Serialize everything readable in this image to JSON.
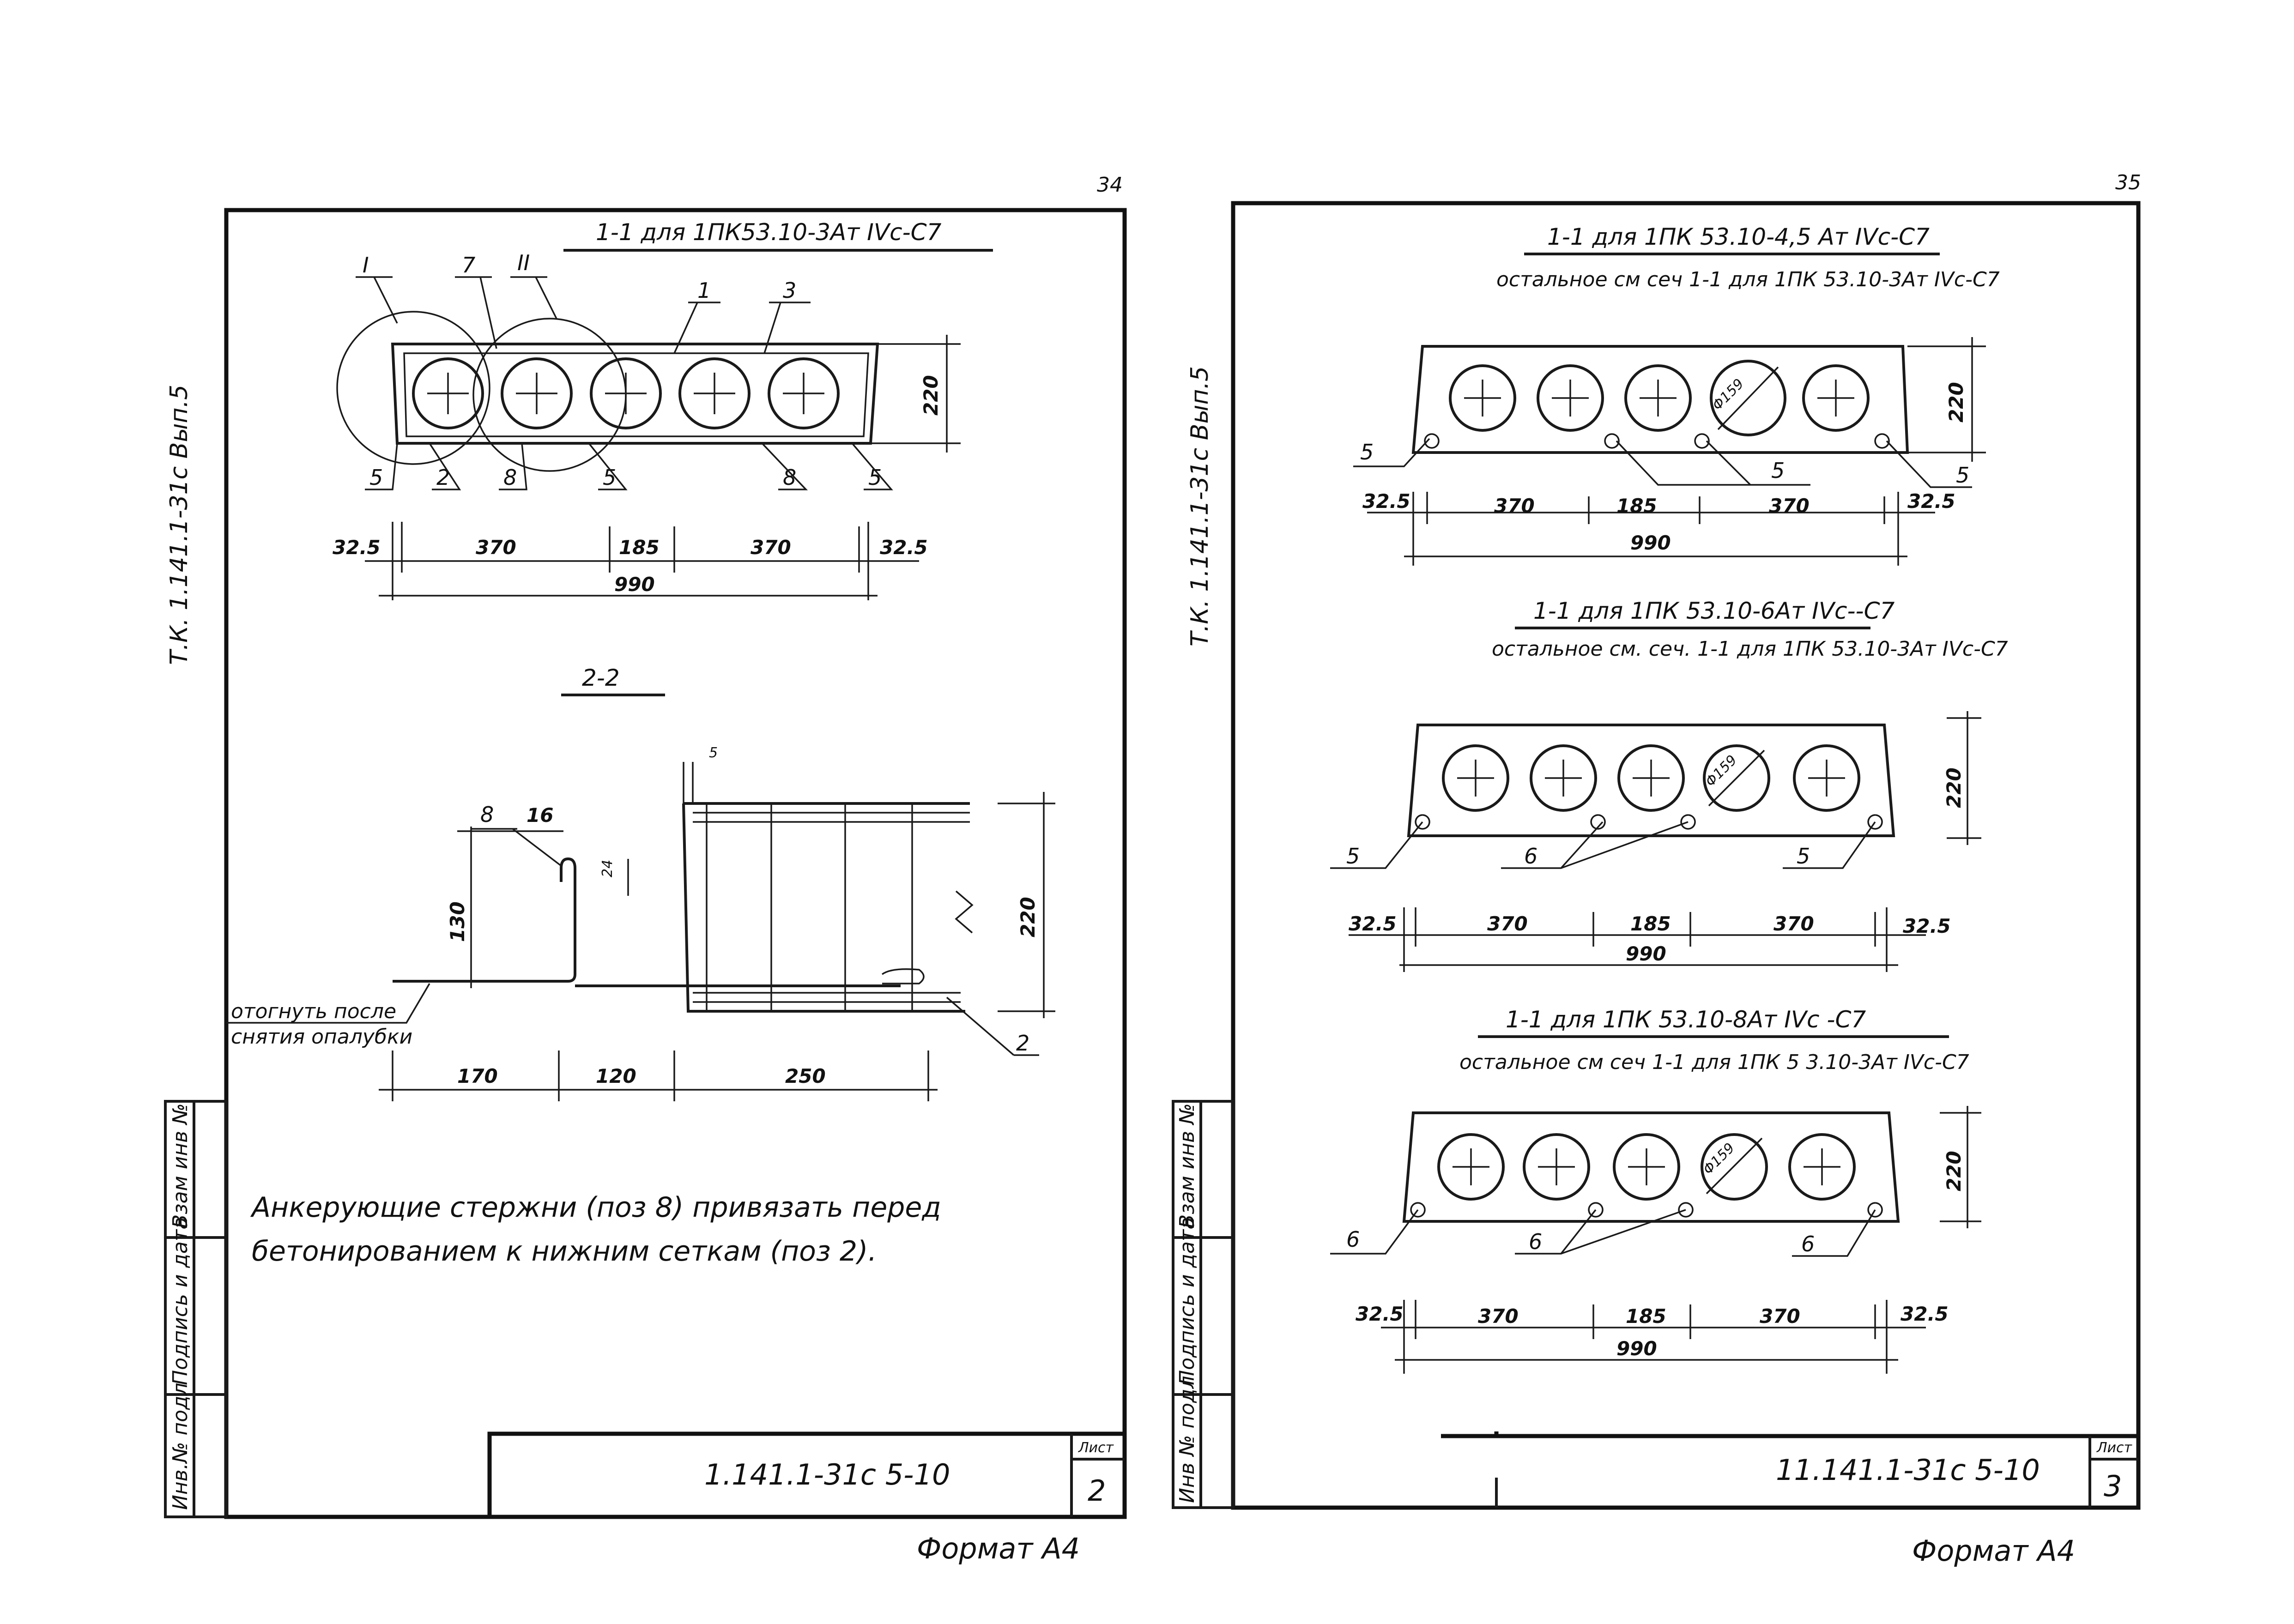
{
  "sheet_left": {
    "page_no": "34",
    "side_code": "Т.К. 1.141.1-31с  Вып.5",
    "section_1_title": "1-1  для  1ПК53.10-3Ат IVс-С7",
    "callouts": [
      "I",
      "7",
      "II",
      "1",
      "3"
    ],
    "pos_labels": [
      "5",
      "2",
      "8",
      "5",
      "8",
      "5"
    ],
    "dims_top": [
      "32.5",
      "370",
      "185",
      "370",
      "32.5"
    ],
    "total": "990",
    "height": "220",
    "section_2_title": "2-2",
    "sec2_labels": {
      "p8": "8",
      "d16": "16",
      "d24": "24",
      "d5": "5",
      "d130": "130",
      "d220": "220",
      "p2": "2"
    },
    "bend_note_1": "отогнуть после",
    "bend_note_2": "снятия опалубки",
    "sec2_dims": [
      "170",
      "120",
      "250"
    ],
    "note_line_1": "Анкерующие   стержни  (поз 8)  привязать  перед",
    "note_line_2": "бетонированием  к  нижним  сеткам  (поз 2).",
    "stamp_code": "1.141.1-31с 5-10",
    "sheet_label": "Лист",
    "sheet_no": "2",
    "format": "Формат А4",
    "strip_labels": [
      "Взам инв №",
      "Подпись и дата",
      "Инв.№ подл"
    ]
  },
  "sheet_right": {
    "page_no": "35",
    "side_code": "Т.К. 1.141.1-31с  Вып.5",
    "sections": [
      {
        "title": "1-1  для 1ПК 53.10-4,5 Ат IVс-С7",
        "subtitle": "остальное  см сеч  1-1 для  1ПК 53.10-3Ат IVс-С7",
        "diameter": "Φ159",
        "height": "220",
        "dims": [
          "32.5",
          "370",
          "185",
          "370",
          "32.5"
        ],
        "total": "990",
        "labels": [
          "5",
          "5",
          "5"
        ]
      },
      {
        "title": "1-1  для 1ПК 53.10-6Ат IVс--С7",
        "subtitle": "остальное  см. сеч. 1-1 для 1ПК 53.10-3Ат IVс-С7",
        "diameter": "Φ159",
        "height": "220",
        "dims": [
          "32.5",
          "370",
          "185",
          "370",
          "32.5"
        ],
        "total": "990",
        "labels": [
          "5",
          "6",
          "5"
        ]
      },
      {
        "title": "1-1  для 1ПК 53.10-8Ат IVс -С7",
        "subtitle": "остальное  см сеч  1-1 для 1ПК 5 3.10-3Ат IVс-С7",
        "diameter": "Φ159",
        "height": "220",
        "dims": [
          "32.5",
          "370",
          "185",
          "370",
          "32.5"
        ],
        "total": "990",
        "labels": [
          "6",
          "6",
          "6"
        ]
      }
    ],
    "stamp_code": "11.141.1-31с 5-10",
    "sheet_label": "Лист",
    "sheet_no": "3",
    "format": "Формат А4",
    "strip_labels": [
      "Взам инв №",
      "Подпись и дата",
      "Инв № подл"
    ]
  }
}
